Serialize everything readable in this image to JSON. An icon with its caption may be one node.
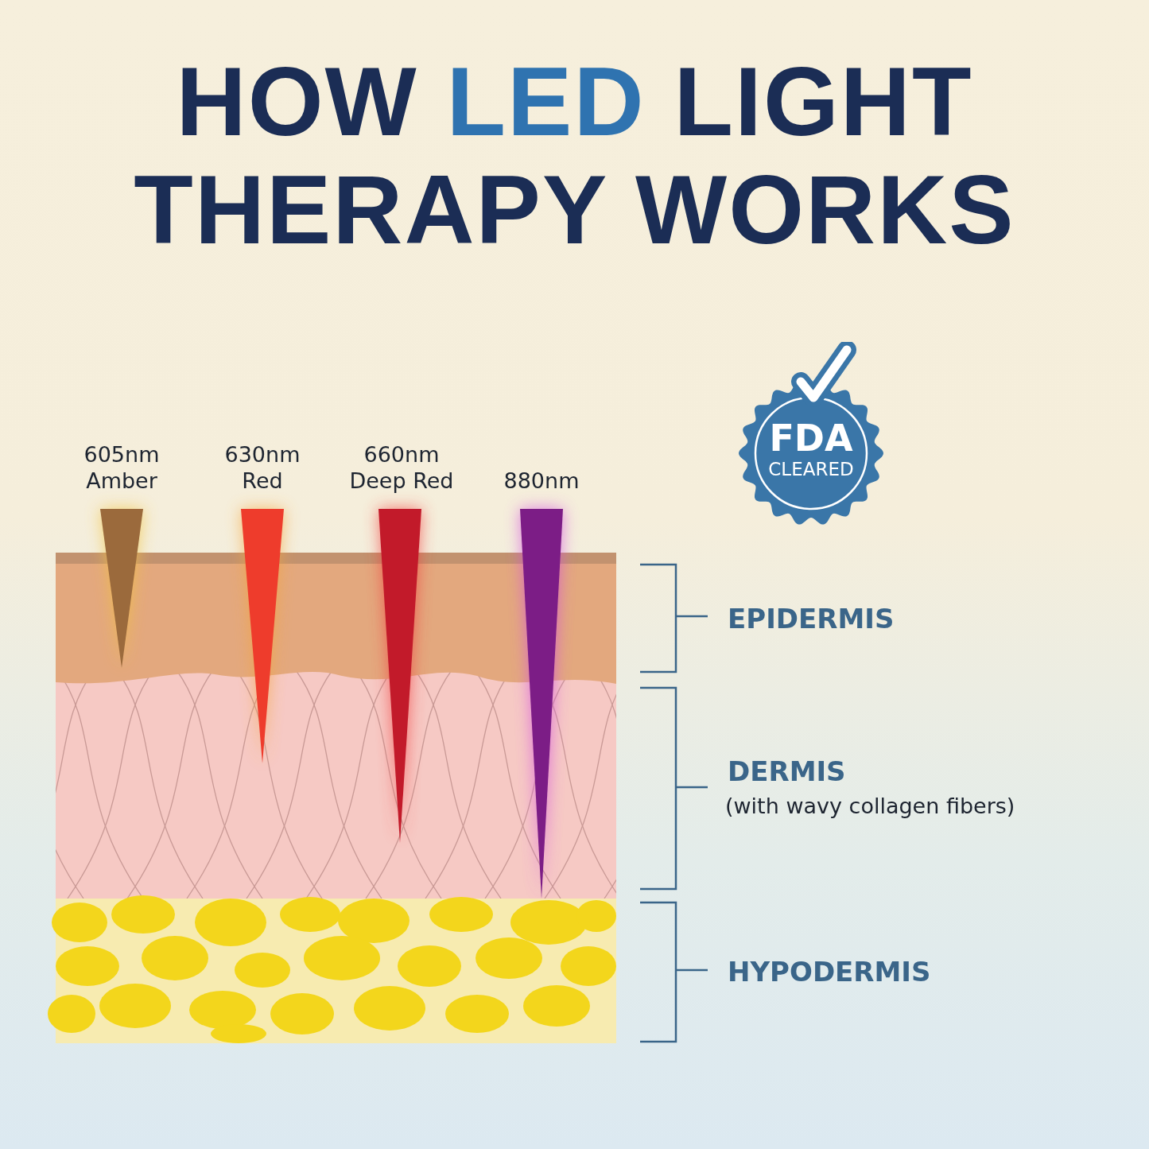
{
  "diagram": {
    "title": "HOW **LED** LIGHT THERAPY WORKS",
    "nodes": [
      {
        "text": [
          "FDA",
          "CLEARED"
        ]
      }
    ],
    "labels": [
      "605nm Amber",
      "630nm Red",
      "660nm Deep Red",
      "880nm",
      "EPIDERMIS",
      "DERMIS",
      "(with wavy collagen fibers)",
      "HYPODERMIS"
    ]
  }
}
